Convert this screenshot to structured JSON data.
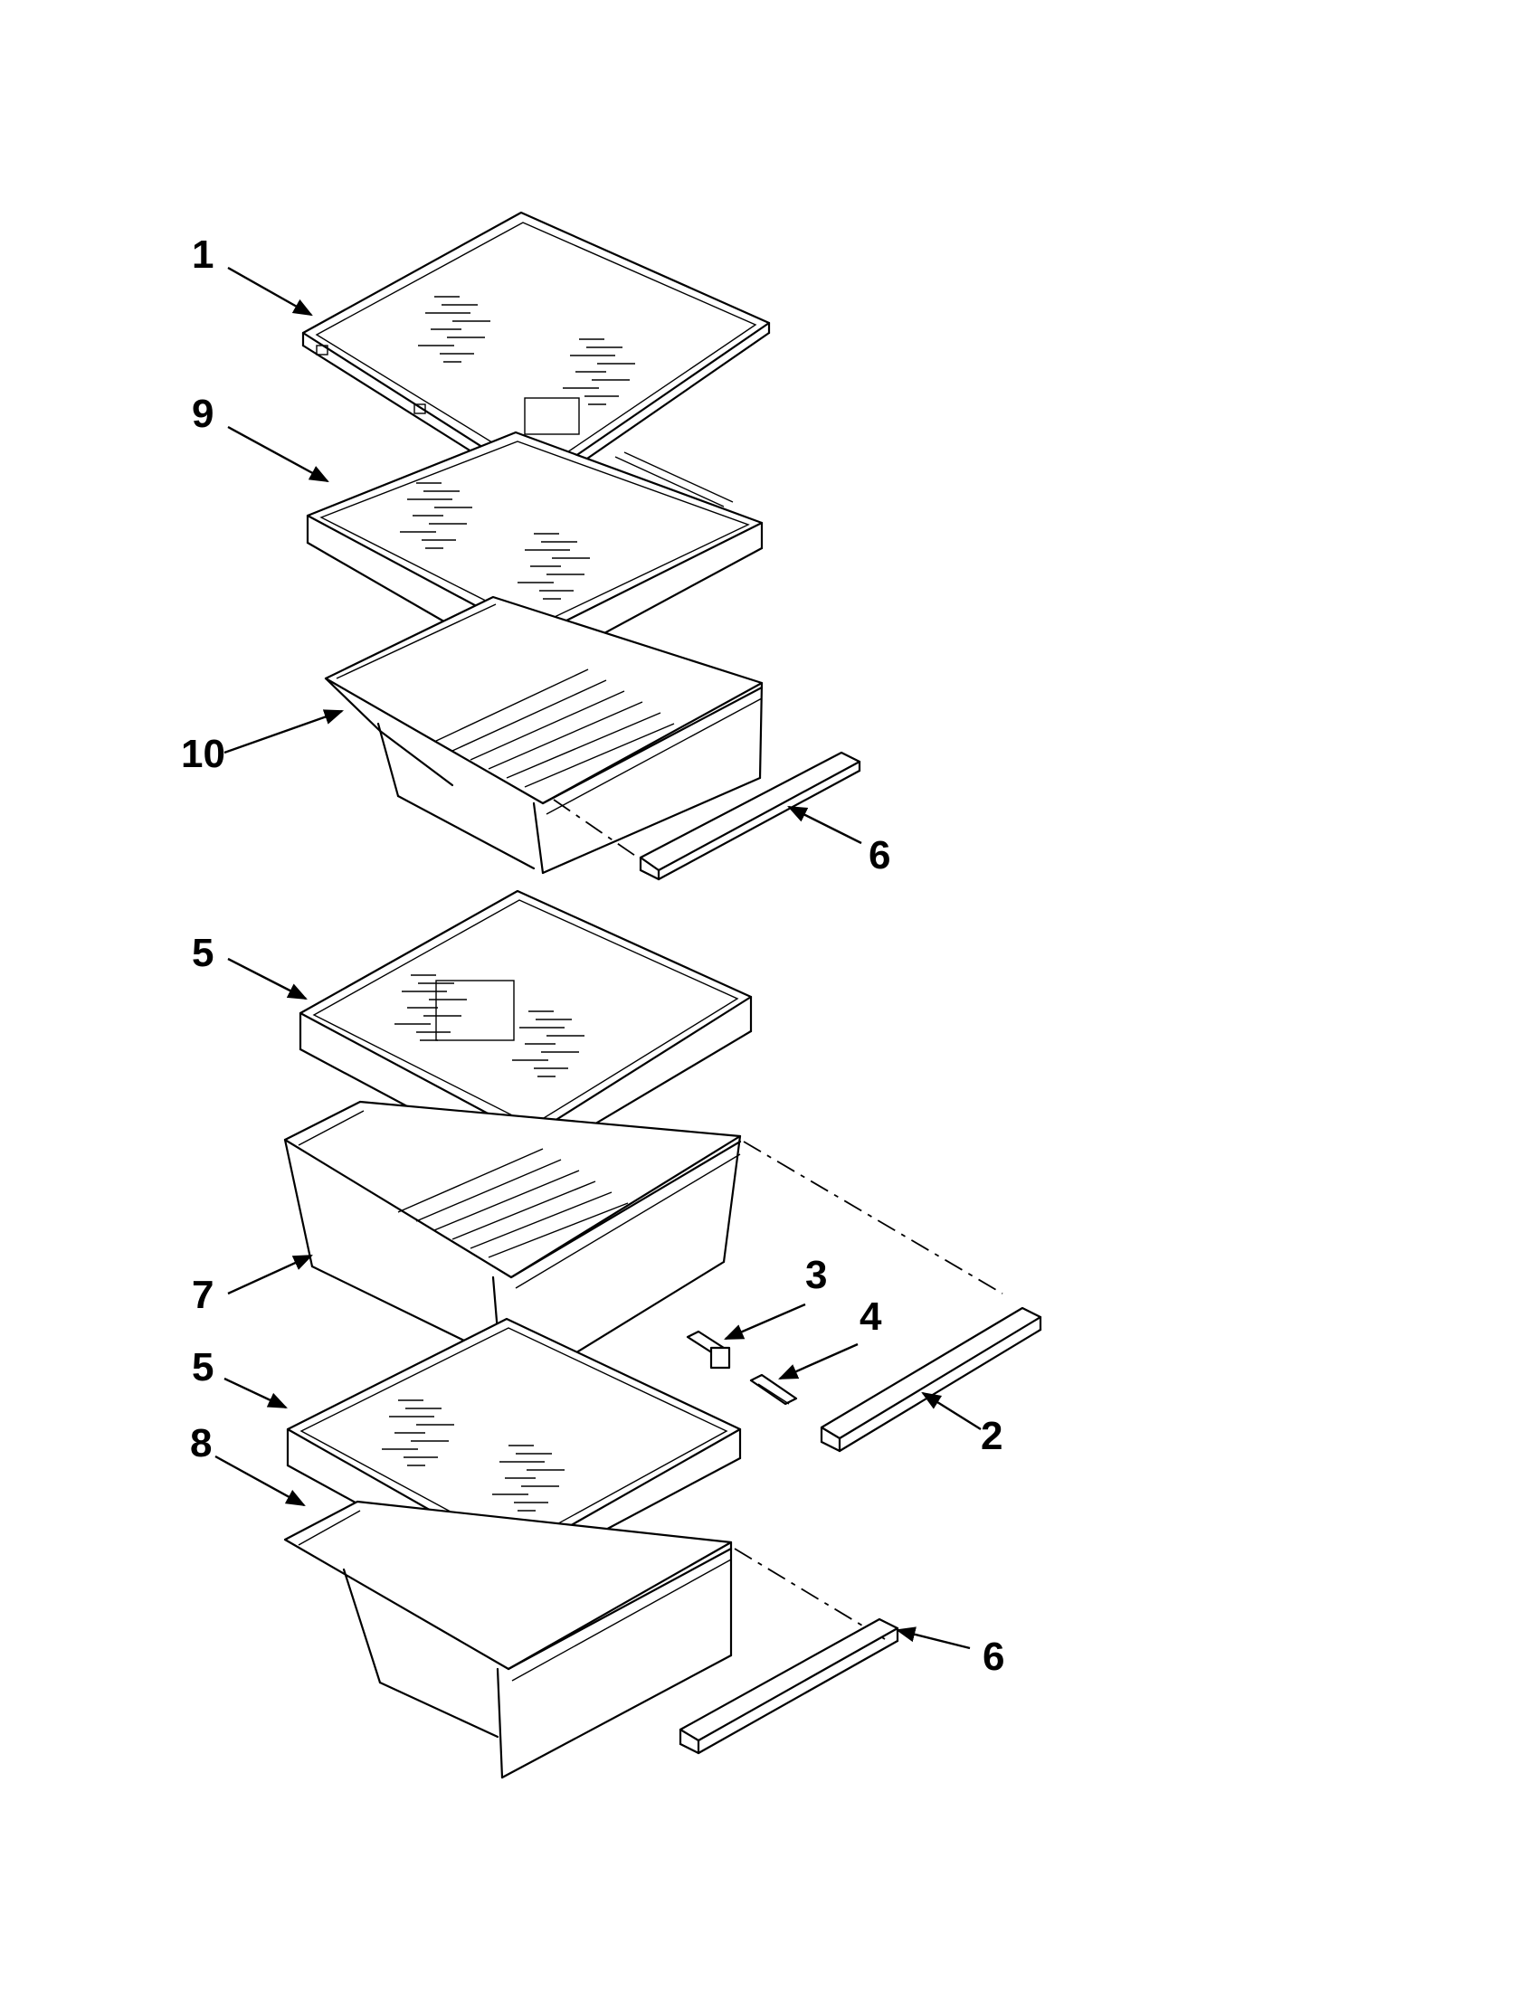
{
  "callouts": {
    "c1": "1",
    "c9": "9",
    "c10": "10",
    "c6_top": "6",
    "c5_upper": "5",
    "c7": "7",
    "c3": "3",
    "c4": "4",
    "c2": "2",
    "c5_lower": "5",
    "c8": "8",
    "c6_bottom": "6"
  }
}
